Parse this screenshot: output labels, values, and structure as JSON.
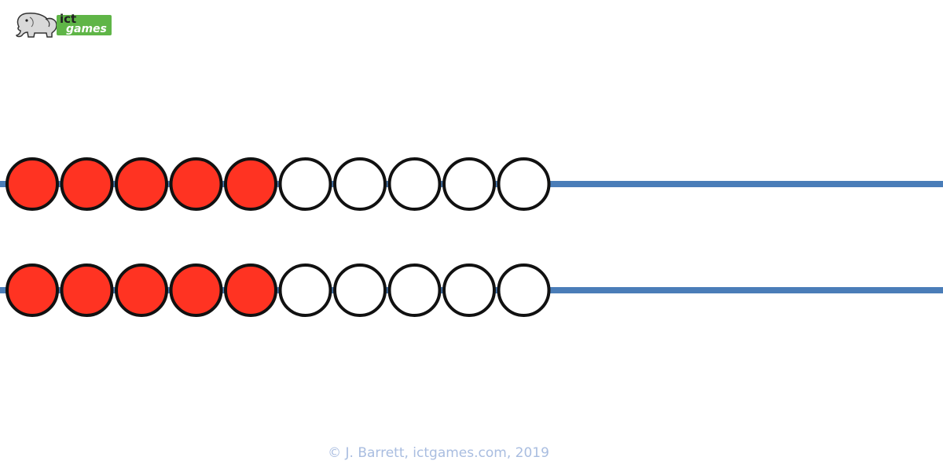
{
  "logo": {
    "brand_top": "ict",
    "brand_bottom": "games",
    "icon": "elephant-icon",
    "badge_color": "#5fb547"
  },
  "rack": {
    "rows": [
      {
        "total_beads": 10,
        "red_beads": 5
      },
      {
        "total_beads": 10,
        "red_beads": 5
      }
    ],
    "bead_red_color": "#ff3322",
    "bead_white_color": "#ffffff",
    "wire_color": "#4a7db8"
  },
  "footer": {
    "copyright": "© J. Barrett, ictgames.com, 2019"
  }
}
